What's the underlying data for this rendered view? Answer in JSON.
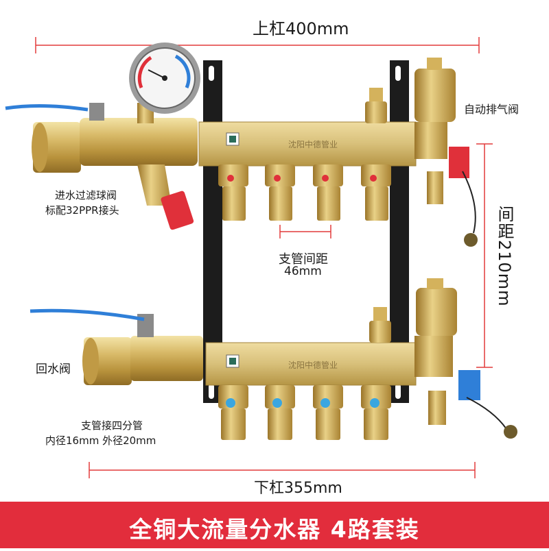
{
  "annotations": {
    "top_bar_length": "上杠400mm",
    "bottom_bar_length": "下杠355mm",
    "bar_spacing": "间距210mm",
    "air_vent": "自动排气阀",
    "inlet_line1": "进水过滤球阀",
    "inlet_line2": "标配32PPR接头",
    "branch_spacing_line1": "支管间距",
    "branch_spacing_line2": "46mm",
    "return_valve": "回水阀",
    "branch_pipe_line1": "支管接四分管",
    "branch_pipe_line2": "内径16mm 外径20mm"
  },
  "product": {
    "engraving_top": "沈阳中德管业",
    "engraving_bottom": "沈阳中德管业"
  },
  "banner": {
    "text": "全铜大流量分水器  4路套装",
    "color": "#e22d3c"
  },
  "colors": {
    "brass": "#d4b25c",
    "bracket": "#1c1c1c",
    "dimension_line": "#e23a3a",
    "red_handle": "#e0303a",
    "blue_handle": "#2f7fd8"
  },
  "icons": [
    "pressure-gauge-icon",
    "ball-valve-icon",
    "air-vent-icon",
    "drain-valve-icon"
  ]
}
